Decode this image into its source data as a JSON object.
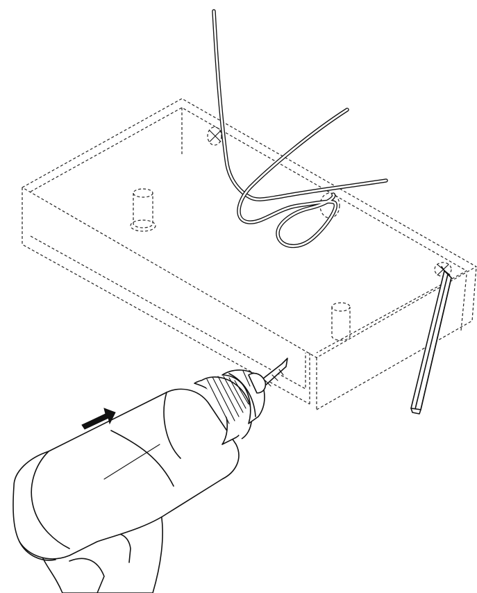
{
  "illustration": {
    "background": "#ffffff",
    "line_color": "#111111",
    "arrow_color": "#111111",
    "elements": [
      "dashed-box",
      "wire",
      "drill-bit",
      "power-drill",
      "push-arrow",
      "pencil",
      "hole-marks",
      "dowels"
    ]
  }
}
